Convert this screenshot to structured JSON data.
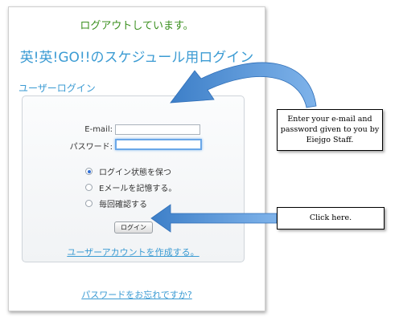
{
  "login_page": {
    "logout_message": "ログアウトしています。",
    "title": "英!英!GO!!のスケジュール用ログイン",
    "section_heading": "ユーザーログイン",
    "form": {
      "email_label": "E-mail:",
      "email_value": "",
      "password_label": "パスワード:",
      "password_value": "",
      "radio_options": [
        {
          "label": "ログイン状態を保つ",
          "selected": true
        },
        {
          "label": "Eメールを記憶する。",
          "selected": false
        },
        {
          "label": "毎回確認する",
          "selected": false
        }
      ],
      "login_button": "ログイン",
      "create_account_link": "ユーザーアカウントを作成する。"
    },
    "forgot_password_link": "パスワードをお忘れですか?"
  },
  "annotations": {
    "callout_1_lines": [
      "Enter your e-mail and",
      "password given to you by",
      "Eiejgo Staff."
    ],
    "callout_2": "Click here."
  },
  "colors": {
    "accent_blue": "#3b9bd3",
    "logout_green": "#3a8f1e",
    "arrow_blue": "#4a8fd6"
  }
}
